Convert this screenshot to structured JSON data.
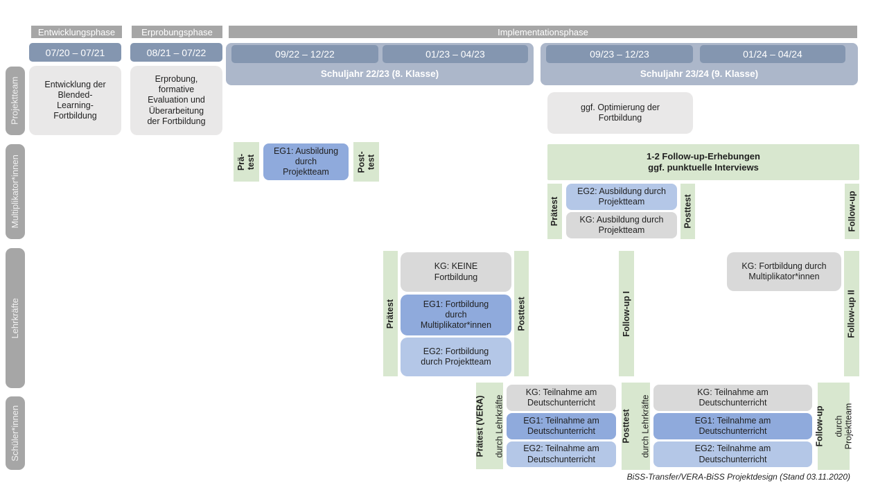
{
  "colors": {
    "header_gray": "#a6a6a6",
    "timeline_blue": "#8496b0",
    "schoolyear_blue": "#acb7ca",
    "box_light_gray": "#e9e8e8",
    "kg_gray": "#d9d9d9",
    "eg1_blue": "#8faadc",
    "eg2_blue": "#b4c7e7",
    "test_green": "#d8e7cf"
  },
  "phases": {
    "entwicklung": {
      "label": "Entwicklungsphase",
      "date": "07/20 – 07/21"
    },
    "erprobung": {
      "label": "Erprobungsphase",
      "date": "08/21 – 07/22"
    },
    "implementation": {
      "label": "Implementationsphase",
      "year1": {
        "label": "Schuljahr 22/23 (8. Klasse)",
        "sem1": "09/22 – 12/22",
        "sem2": "01/23 – 04/23"
      },
      "year2": {
        "label": "Schuljahr 23/24 (9. Klasse)",
        "sem1": "09/23 – 12/23",
        "sem2": "01/24 – 04/24"
      }
    }
  },
  "row_labels": {
    "projektteam": "Projektteam",
    "multiplikator": "Multiplikator*innen",
    "lehrkraefte": "Lehrkräfte",
    "schueler": "Schüler*innen"
  },
  "projektteam": {
    "entwicklung": "Entwicklung der\nBlended-\nLearning-\nFortbildung",
    "erprobung": "Erprobung,\nformative\nEvaluation und\nÜberarbeitung\nder Fortbildung",
    "optimierung": "ggf. Optimierung der\nFortbildung"
  },
  "multiplikator": {
    "praetest1": "Prä-\ntest",
    "eg1": "EG1: Ausbildung\ndurch\nProjektteam",
    "posttest1": "Post-\ntest",
    "followup_box": "1-2 Follow-up-Erhebungen\nggf. punktuelle Interviews",
    "praetest2": "Prätest",
    "eg2": "EG2: Ausbildung durch\nProjektteam",
    "kg": "KG: Ausbildung durch\nProjektteam",
    "posttest2": "Posttest",
    "followup": "Follow-up"
  },
  "lehrkraefte": {
    "praetest": "Prätest",
    "kg": "KG: KEINE\nFortbildung",
    "eg1": "EG1: Fortbildung\ndurch\nMultiplikator*innen",
    "eg2": "EG2: Fortbildung\ndurch Projektteam",
    "posttest": "Posttest",
    "followup1": "Follow-up I",
    "kg2": "KG: Fortbildung durch\nMultiplikator*innen",
    "followup2": "Follow-up II"
  },
  "schueler": {
    "praetest_bold": "Prätest (VERA)",
    "praetest_sub": "durch Lehrkräfte",
    "kg1": "KG: Teilnahme am\nDeutschunterricht",
    "eg1a": "EG1: Teilnahme am\nDeutschunterricht",
    "eg2a": "EG2: Teilnahme am\nDeutschunterricht",
    "posttest_bold": "Posttest",
    "posttest_sub": "durch Lehrkräfte",
    "kg2": "KG: Teilnahme am\nDeutschunterricht",
    "eg1b": "EG1: Teilnahme am\nDeutschunterricht",
    "eg2b": "EG2: Teilnahme am\nDeutschunterricht",
    "followup_bold": "Follow-up",
    "followup_sub": "durch\nProjektteam"
  },
  "footer": "BiSS-Transfer/VERA-BiSS Projektdesign (Stand 03.11.2020)"
}
